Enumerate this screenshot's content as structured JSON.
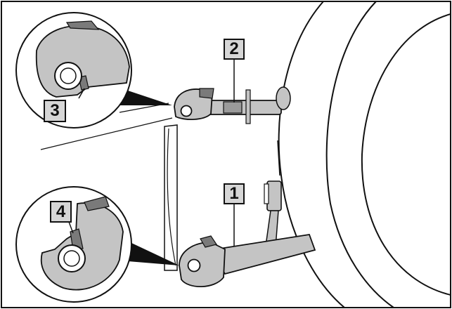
{
  "callouts": {
    "c1": "1",
    "c2": "2",
    "c3": "3",
    "c4": "4"
  },
  "colors": {
    "line": "#111111",
    "part_fill": "#c4c4c4",
    "dark_fill": "#7a7a7a",
    "label_fill": "#d6d6d6",
    "background": "#ffffff"
  }
}
